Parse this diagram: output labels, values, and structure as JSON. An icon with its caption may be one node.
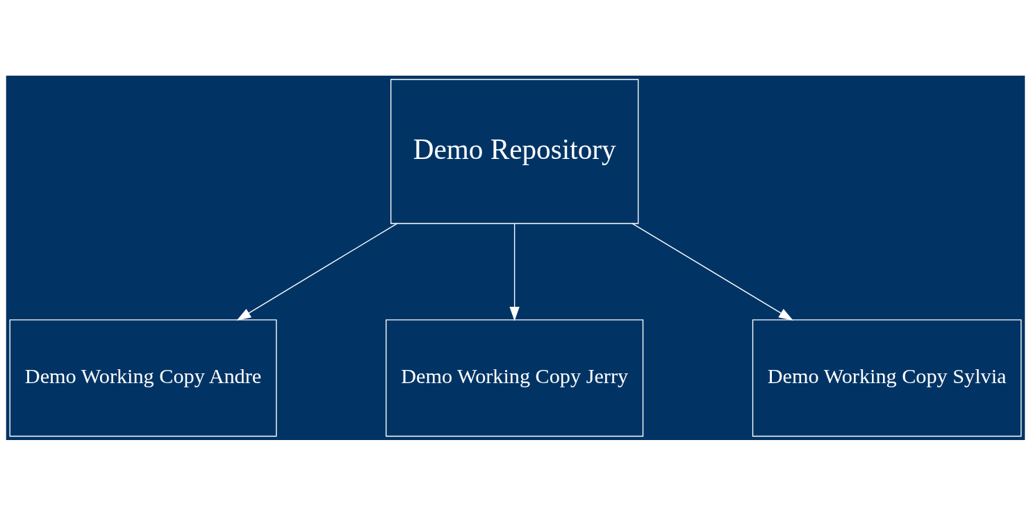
{
  "diagram": {
    "nodes": [
      {
        "text": [
          "Demo Repository"
        ]
      },
      {
        "text": [
          "Demo Working Copy Andre"
        ]
      },
      {
        "text": [
          "Demo Working Copy Jerry"
        ]
      },
      {
        "text": [
          "Demo Working Copy Sylvia"
        ]
      }
    ],
    "edges": [
      {
        "from": 0,
        "to": 1,
        "arrow": "to"
      },
      {
        "from": 0,
        "to": 2,
        "arrow": "to"
      },
      {
        "from": 0,
        "to": 3,
        "arrow": "to"
      }
    ]
  }
}
